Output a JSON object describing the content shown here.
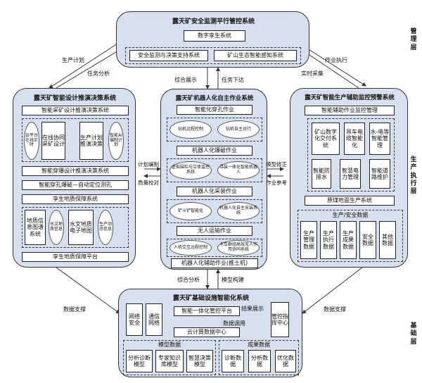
{
  "layers": {
    "mgmt": "管理层",
    "prod": "生产执行层",
    "base": "基础层"
  },
  "top": {
    "title": "露天矿安全监测平行管控系统",
    "twin": "数字孪生系统",
    "safety": "安全监测与决策支持系统",
    "eco": "矿山生态智能感知系统"
  },
  "left": {
    "title": "露天矿智能设计推演决策系统",
    "mining": "智能采矿设计推演决策系统",
    "e1": "云平台在线实时",
    "b1": "在线协同采矿设计",
    "b2": "生产计划推演决策",
    "e2": "智能AI编制计划",
    "blast": "智能穿爆设计推演决策系统",
    "survey": "智能穿孔爆破—自动定位测孔",
    "geo": "孪生地质保障系统",
    "g1": "地质信息图谱系统",
    "e3": "水文地质信息",
    "g2": "水文地质电子地图",
    "e4": "生产动态信息",
    "platform": "孪生地质保障平台"
  },
  "center": {
    "title": "露天矿机器人化自主作业系统",
    "drill": "智能化穿孔作业",
    "c1": "钻机远程控制",
    "c2": "钻机自主运行",
    "blast": "机器人化爆破作业",
    "c3": "虚拟围栏与立体监控系统",
    "c4": "寻装一体化智能机器人",
    "load": "机器人化采装作业",
    "c5": "铲斗铲智能化",
    "c6": "机器人化自主采装系统",
    "transport": "无人运输作业",
    "c7": "人机交互远程控制",
    "c8": "卡车群组高效无人作用协同系统",
    "aux": "机器人化辅助作业(推土机)"
  },
  "right": {
    "title": "露天矿智能生产辅助监控预警系统",
    "aux": "智能辅助作业监控管理",
    "r1": "矿山数字化交付系统",
    "r2": "吊车电缆智能化",
    "r3": "水-电等智能管理",
    "r4": "智能防排水",
    "r5": "智慧电力管理",
    "r6": "智能道路维护",
    "raw": "原煤地面生产系统",
    "data_title": "生产/安全数据",
    "d1": "生产管理数据",
    "d2": "生产执行数据",
    "d3": "生产成果数据",
    "d4": "安全数据",
    "d5": "其他数据"
  },
  "bottom": {
    "title": "露天矿基础设施智能化系统",
    "net": "网络安全",
    "comm": "通信网络",
    "platform": "智能一体化管控平台",
    "result": "结果展示",
    "data_call": "数据调用",
    "cloud": "云计算数据中心",
    "center": "管控指挥中心",
    "model_title": "模型数据",
    "m1": "分析诊断模型",
    "m2": "专家知识库模型",
    "m3": "智慧决策模型",
    "result_title": "成果数据",
    "o1": "诊断数据",
    "o2": "分析数据",
    "o3": "优化数据"
  },
  "arrows": {
    "plan": "生产计划",
    "task_analysis": "任务分析",
    "comp_show": "综合展示",
    "task_issue": "任务下达",
    "job_exec": "作业执行",
    "realtime": "实时采集",
    "plan_compile": "计划编制",
    "quality": "质量校对",
    "model_fix": "模型修正",
    "job_ref": "作业参考",
    "comp_analysis": "综合分析",
    "model_build": "模型构建",
    "data_support_l": "数据支撑",
    "data_support_r": "数据支撑"
  }
}
